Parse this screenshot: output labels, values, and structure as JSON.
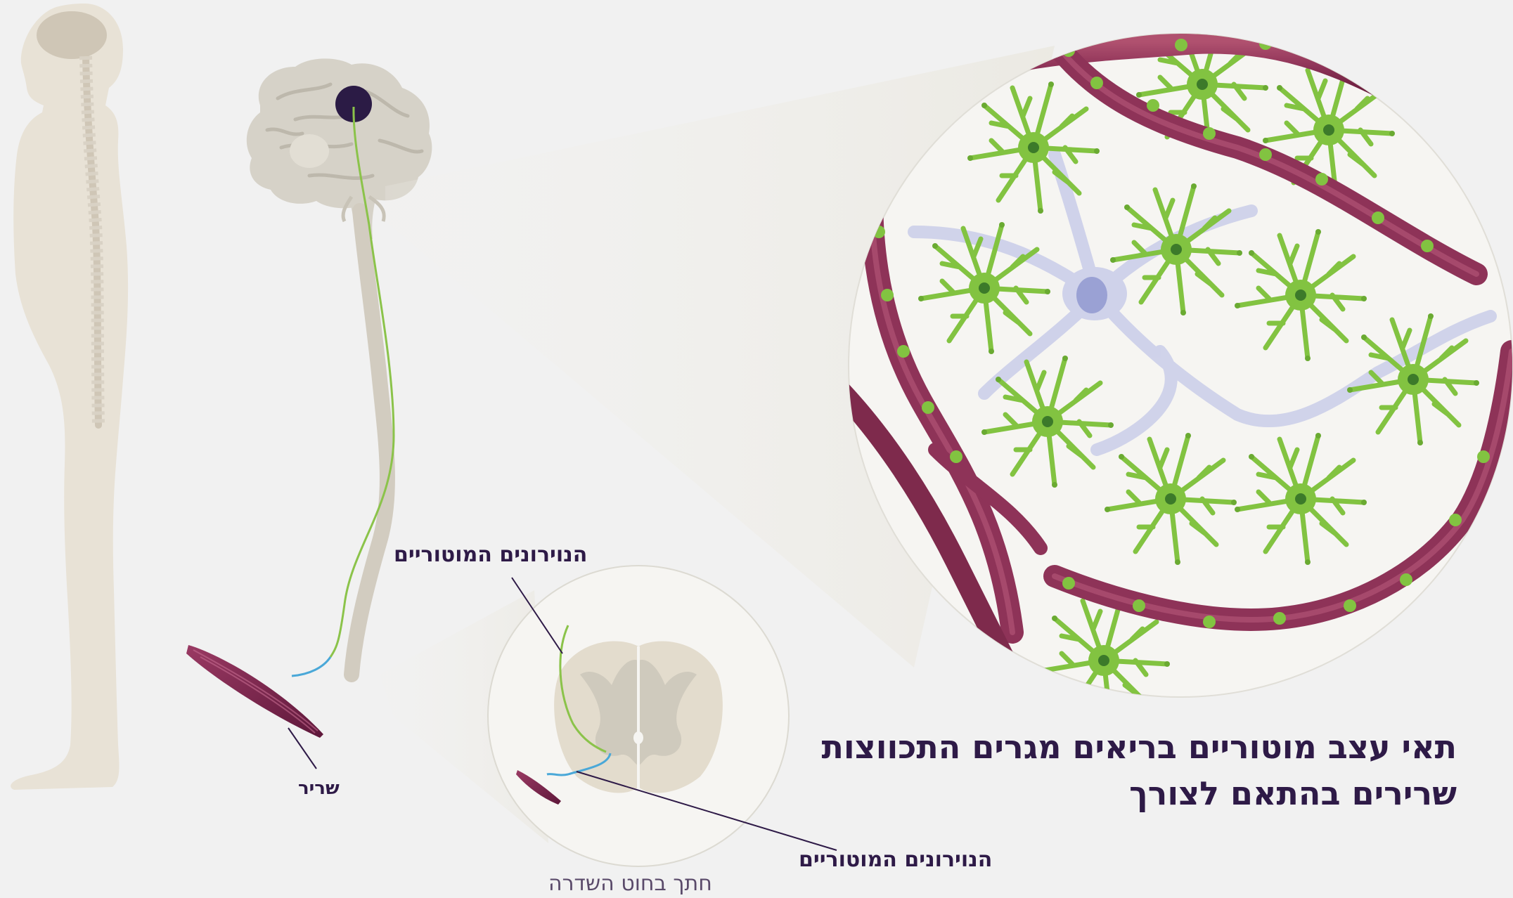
{
  "labels": {
    "motor_neurons_top": "הנוירונים המוטוריים",
    "motor_neurons_bottom": "הנוירונים המוטוריים",
    "muscle": "שריר",
    "spinal_section": "חתך בחוט השדרה"
  },
  "headline": {
    "line1": "תאי עצב מוטוריים בריאים מגרים התכווצות",
    "line2": "שרירים בהתאם לצורך"
  },
  "colors": {
    "background": "#f1f1f1",
    "body_silhouette": "#e8e2d6",
    "spine": "#d2ccc0",
    "brain": "#d6d2c8",
    "brain_dot": "#2b1b45",
    "motor_neuron": "#8bc34a",
    "nerve_blue": "#4aa8d8",
    "muscle": "#7a2348",
    "blood_vessel": "#8e3358",
    "neuron_green": "#82c341",
    "neuron_nucleus": "#3c7a2a",
    "lilac_cell": "#c9cce9",
    "lilac_nucleus": "#8a93cf",
    "text": "#2e1a47"
  }
}
